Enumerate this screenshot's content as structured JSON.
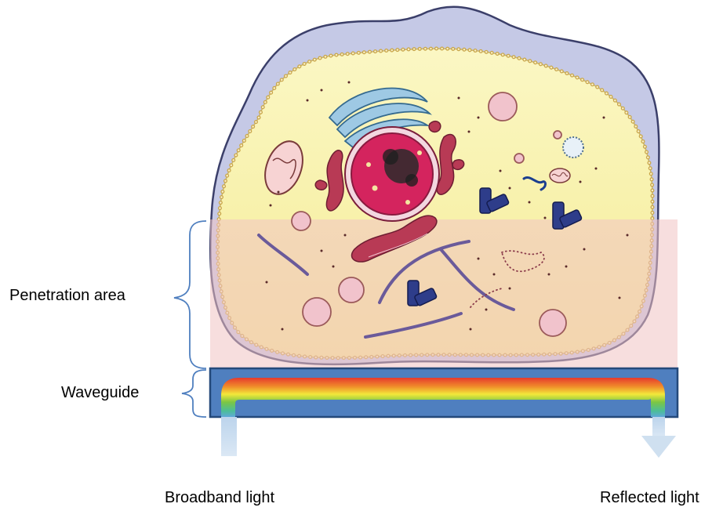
{
  "labels": {
    "penetration_area": "Penetration area",
    "waveguide": "Waveguide",
    "broadband_light": "Broadband light",
    "reflected_light": "Reflected light"
  },
  "colors": {
    "cytoplasm": "#f7f1a6",
    "cell_outer": "#c7cbe6",
    "penetration_zone": "#f4d5d3",
    "waveguide": "#4f7fbf",
    "nucleus": "#d4245e",
    "organelle": "#a33a4f",
    "golgi": "#7fb3d6",
    "cytoskeleton": "#6a5a9a",
    "light_arrow": "#cfe0f0"
  }
}
